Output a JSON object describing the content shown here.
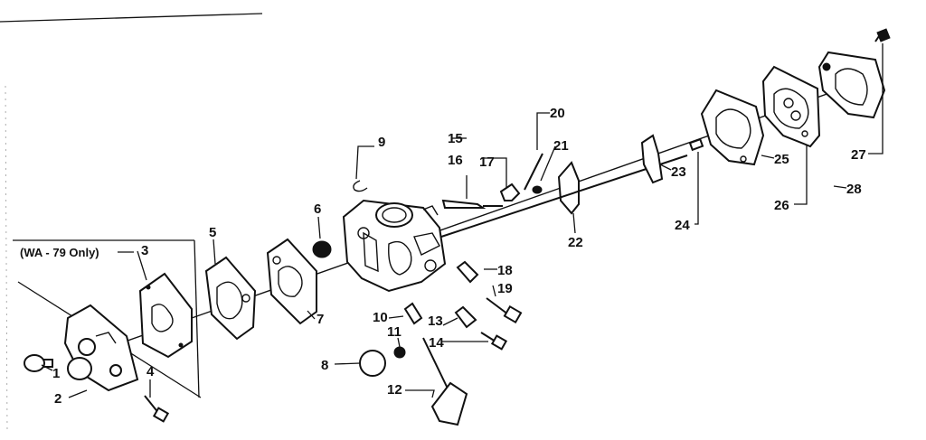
{
  "note": "(WA - 79 Only)",
  "labels": [
    "1",
    "2",
    "3",
    "4",
    "5",
    "6",
    "7",
    "8",
    "9",
    "10",
    "11",
    "12",
    "13",
    "14",
    "15",
    "16",
    "17",
    "18",
    "19",
    "20",
    "21",
    "22",
    "23",
    "24",
    "25",
    "26",
    "27",
    "28"
  ]
}
